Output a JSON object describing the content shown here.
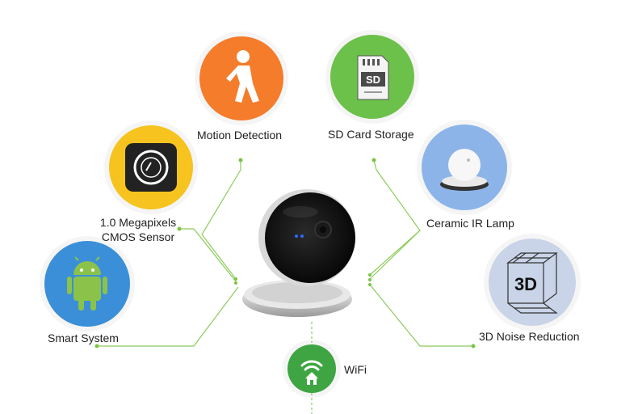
{
  "features": {
    "motion": {
      "label": "Motion Detection",
      "icon": "walking-person-icon",
      "color": "#f47c2b"
    },
    "sd": {
      "label": "SD Card Storage",
      "icon": "sd-card-icon",
      "badge": "SD",
      "color": "#6cc14a"
    },
    "megapixel": {
      "line1": "1.0 Megapixels",
      "line2": "CMOS Sensor",
      "icon": "camera-lens-icon",
      "color": "#f6c31f"
    },
    "ir": {
      "label": "Ceramic IR Lamp",
      "icon": "ir-lamp-icon",
      "color": "#8cb4e8"
    },
    "android": {
      "label": "Smart System",
      "icon": "android-robot-icon",
      "color": "#3b8fd8"
    },
    "noise": {
      "label": "3D Noise Reduction",
      "icon": "3d-cube-icon",
      "badge": "3D",
      "color": "#c9d4e8"
    },
    "wifi": {
      "label": "WiFi",
      "icon": "wifi-home-icon",
      "color": "#3ea542"
    }
  },
  "colors": {
    "connector": "#7cc447"
  }
}
